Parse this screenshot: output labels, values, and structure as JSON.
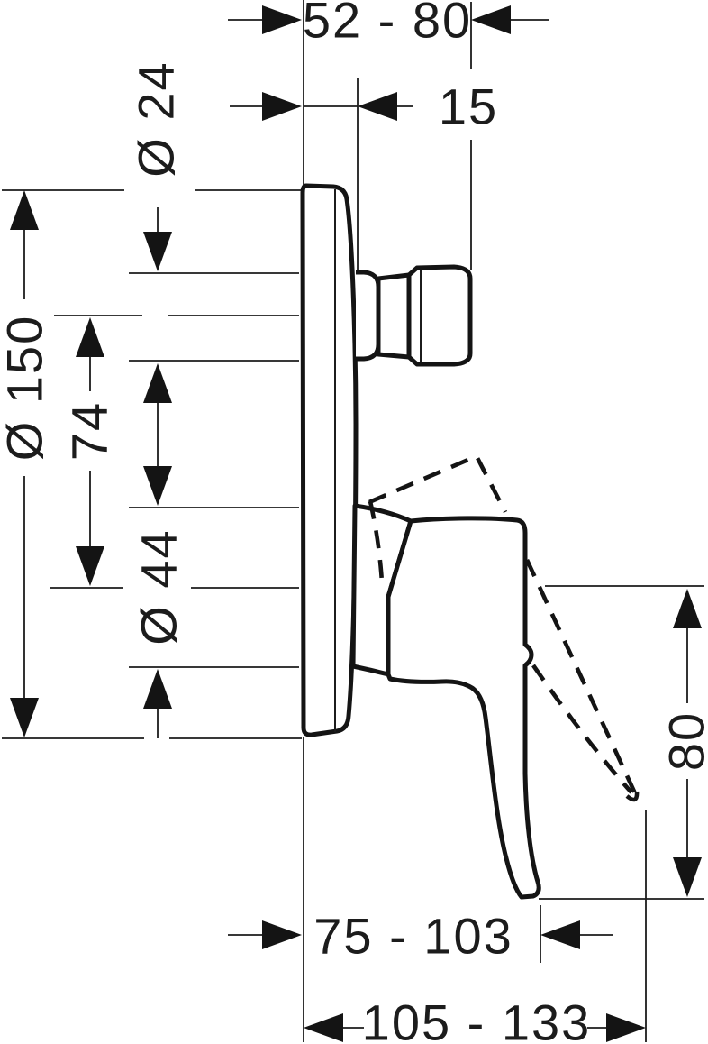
{
  "drawing": {
    "type": "technical-dimension-diagram",
    "subject": "concealed single-lever mixer side view",
    "colors": {
      "ink": "#1c1c1c",
      "background": "#ffffff"
    }
  },
  "dims": {
    "installation_depth": "52 - 80",
    "plate_offset": "15",
    "spout_connector_diameter": "Ø 24",
    "plate_diameter": "Ø 150",
    "spout_to_lever_axis": "74",
    "sleeve_diameter": "Ø 44",
    "lever_drop": "80",
    "lever_reach": "75 - 103",
    "overall_reach": "105 - 133"
  }
}
